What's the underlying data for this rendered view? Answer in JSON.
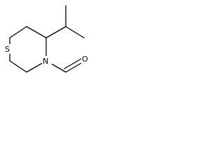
{
  "molecule": {
    "atoms": {
      "sulfur": "S",
      "nitrogen": "N",
      "oxygen": "O"
    }
  }
}
